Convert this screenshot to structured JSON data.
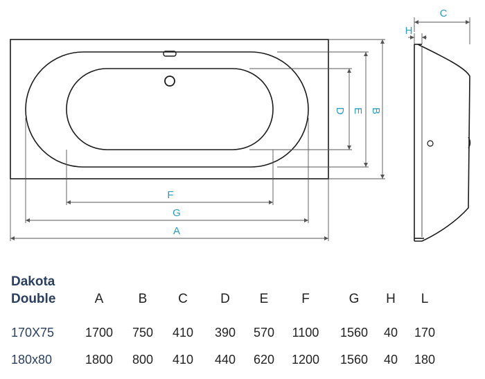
{
  "diagram": {
    "labels": {
      "A": "A",
      "B": "B",
      "C": "C",
      "D": "D",
      "E": "E",
      "F": "F",
      "G": "G",
      "H": "H"
    },
    "colors": {
      "outline": "#1a1a1a",
      "dimension": "#555555",
      "label": "#2a9bbf"
    }
  },
  "table": {
    "title_line1": "Dakota",
    "title_line2": "Double",
    "headers": [
      "A",
      "B",
      "C",
      "D",
      "E",
      "F",
      "G",
      "H",
      "L"
    ],
    "rows": [
      {
        "model": "170X75",
        "values": [
          "1700",
          "750",
          "410",
          "390",
          "570",
          "1100",
          "1560",
          "40",
          "170"
        ]
      },
      {
        "model": "180x80",
        "values": [
          "1800",
          "800",
          "410",
          "440",
          "620",
          "1200",
          "1560",
          "40",
          "180"
        ]
      }
    ]
  }
}
